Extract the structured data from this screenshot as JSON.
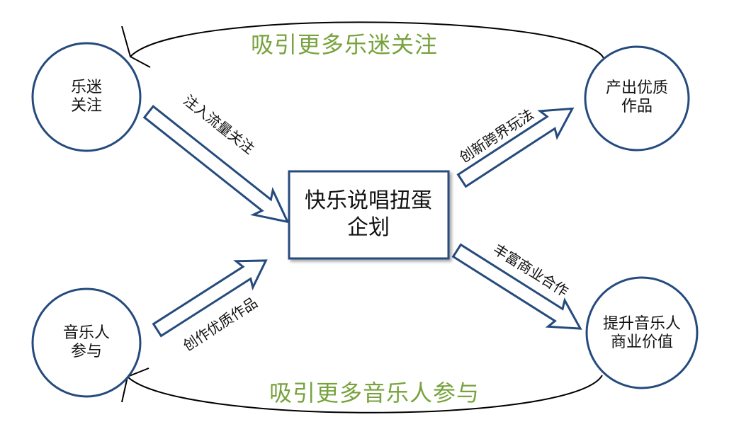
{
  "center": {
    "line1": "快乐说唱扭蛋",
    "line2": "企划"
  },
  "nodes": {
    "fans": {
      "line1": "乐迷",
      "line2": "关注"
    },
    "musicians": {
      "line1": "音乐人",
      "line2": "参与"
    },
    "works": {
      "line1": "产出优质",
      "line2": "作品"
    },
    "value": {
      "line1": "提升音乐人",
      "line2": "商业价值"
    }
  },
  "arrows": {
    "traffic": "注入流量关注",
    "create": "创作优质作品",
    "innovate": "创新跨界玩法",
    "business": "丰富商业合作"
  },
  "loops": {
    "top": "吸引更多乐迷关注",
    "bottom": "吸引更多音乐人参与"
  },
  "colors": {
    "stroke": "#254b7d",
    "loop_text": "#77a23c"
  }
}
